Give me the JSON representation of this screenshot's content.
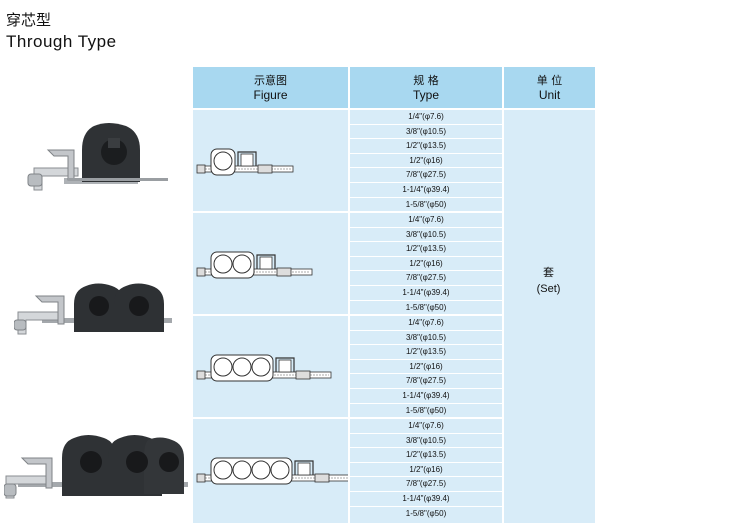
{
  "title_zh": "穿芯型",
  "title_en": "Through Type",
  "headers": [
    {
      "zh": "示意图",
      "en": "Figure"
    },
    {
      "zh": "规 格",
      "en": "Type"
    },
    {
      "zh": "单 位",
      "en": "Unit"
    }
  ],
  "groups": [
    {
      "holes": 1,
      "specs": [
        "1/4\"(φ7.6)",
        "3/8\"(φ10.5)",
        "1/2\"(φ13.5)",
        "1/2\"(φ16)",
        "7/8\"(φ27.5)",
        "1-1/4\"(φ39.4)",
        "1-5/8\"(φ50)"
      ]
    },
    {
      "holes": 2,
      "specs": [
        "1/4\"(φ7.6)",
        "3/8\"(φ10.5)",
        "1/2\"(φ13.5)",
        "1/2\"(φ16)",
        "7/8\"(φ27.5)",
        "1-1/4\"(φ39.4)",
        "1-5/8\"(φ50)"
      ]
    },
    {
      "holes": 3,
      "specs": [
        "1/4\"(φ7.6)",
        "3/8\"(φ10.5)",
        "1/2\"(φ13.5)",
        "1/2\"(φ16)",
        "7/8\"(φ27.5)",
        "1-1/4\"(φ39.4)",
        "1-5/8\"(φ50)"
      ]
    },
    {
      "holes": 4,
      "specs": [
        "1/4\"(φ7.6)",
        "3/8\"(φ10.5)",
        "1/2\"(φ13.5)",
        "1/2\"(φ16)",
        "7/8\"(φ27.5)",
        "1-1/4\"(φ39.4)",
        "1-5/8\"(φ50)"
      ]
    }
  ],
  "unit_zh": "套",
  "unit_en": "(Set)",
  "colors": {
    "header_bg": "#a8d8f0",
    "body_bg": "#d8ecf8",
    "clamp_body": "#2b2e31",
    "bracket_metal": "#c9ccd0"
  }
}
